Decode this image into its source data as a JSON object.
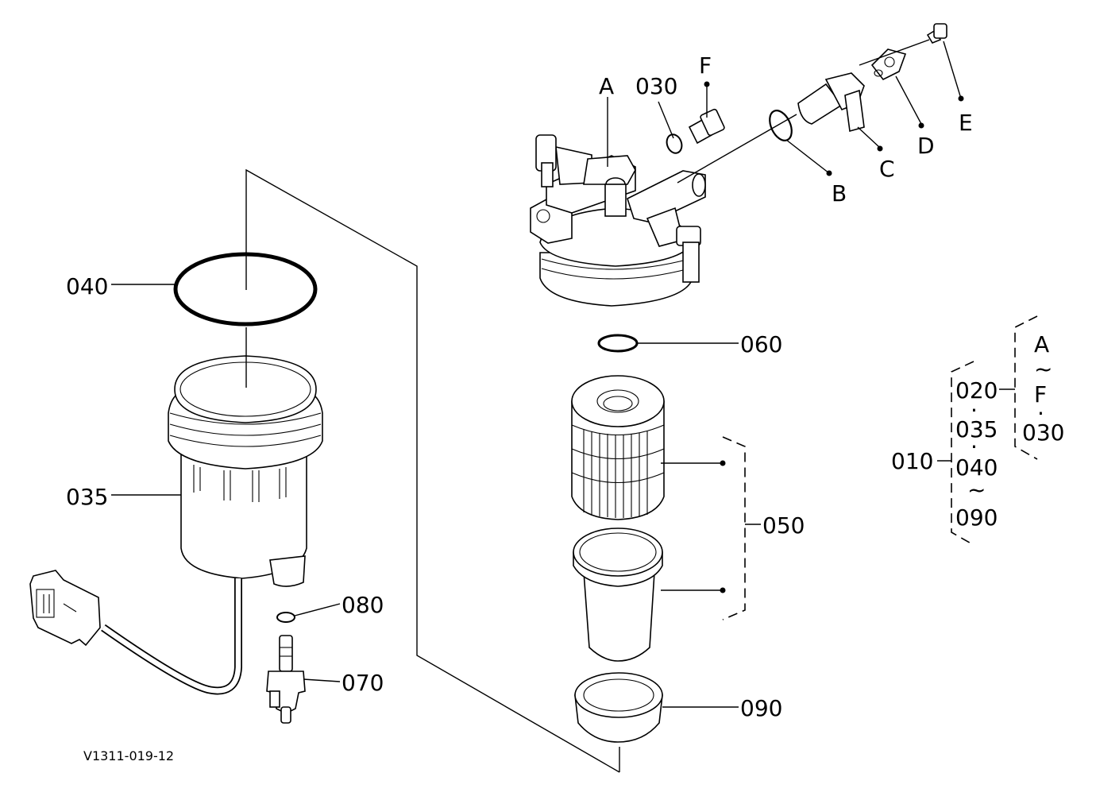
{
  "drawing_code": "V1311-019-12",
  "callouts": {
    "c040": "040",
    "c035": "035",
    "c080": "080",
    "c070": "070",
    "c060": "060",
    "c050": "050",
    "c090": "090",
    "cA": "A",
    "c030": "030",
    "cF": "F",
    "cB": "B",
    "cC": "C",
    "cD": "D",
    "cE": "E"
  },
  "assembly_legend": {
    "main": "010",
    "left_group": [
      "020",
      "·",
      "035",
      "·",
      "040",
      "~",
      "090"
    ],
    "right_group": [
      "A",
      "~",
      "F",
      "·",
      "030"
    ]
  }
}
